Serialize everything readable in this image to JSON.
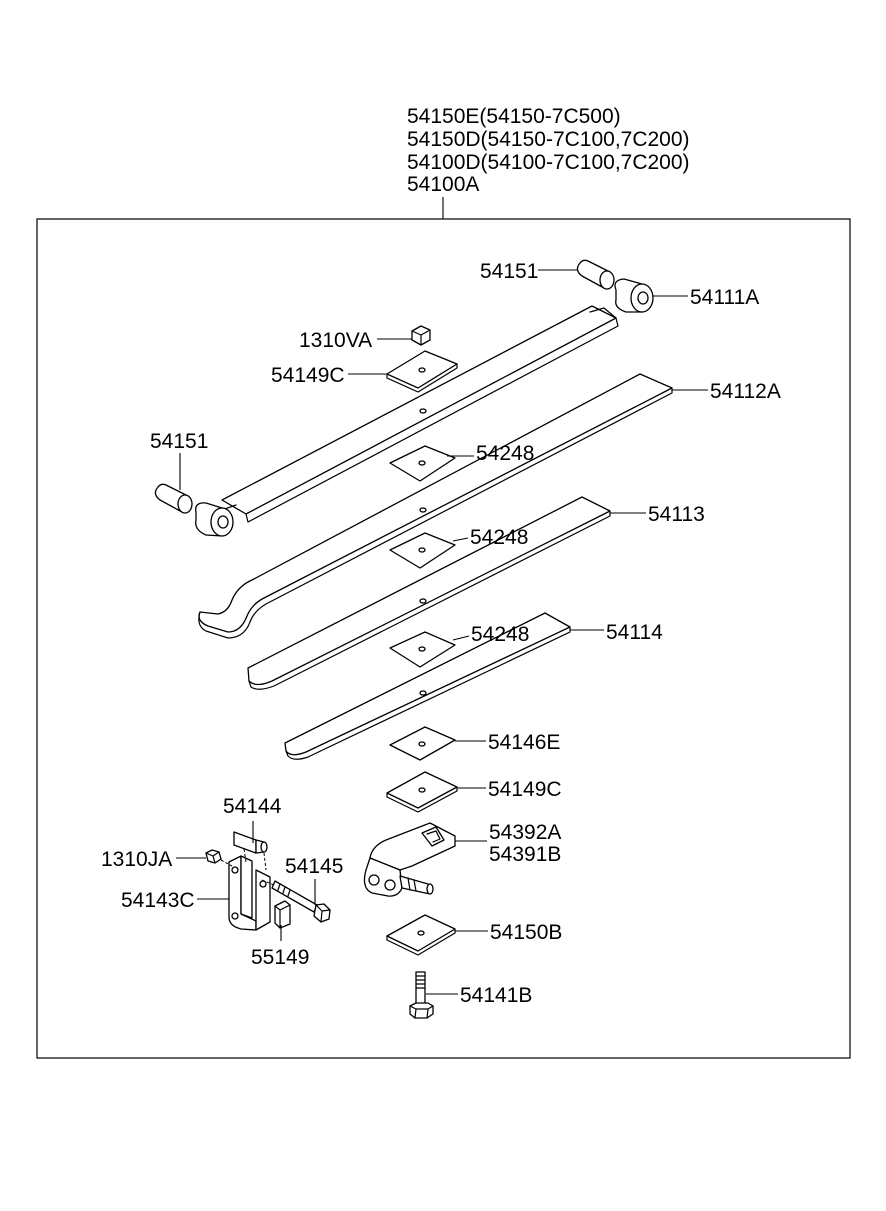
{
  "assembly_labels": [
    "54150E(54150-7C500)",
    "54150D(54150-7C100,7C200)",
    "54100D(54100-7C100,7C200)",
    "54100A"
  ],
  "callouts": {
    "pin_top": "54151",
    "leaf_main": "54111A",
    "nut_top": "1310VA",
    "pad_top": "54149C",
    "leaf_2": "54112A",
    "pin_left": "54151",
    "insert_1": "54248",
    "leaf_3": "54113",
    "insert_2": "54248",
    "insert_3": "54248",
    "leaf_4": "54114",
    "pad_lower": "54146E",
    "pad_lower_2": "54149C",
    "bushing": "54144",
    "seat_a": "54392A",
    "seat_b": "54391B",
    "nut_shackle": "1310JA",
    "bolt_shackle": "54145",
    "shackle": "54143C",
    "pad_bottom": "54150B",
    "clip": "55149",
    "bolt_bottom": "54141B"
  }
}
